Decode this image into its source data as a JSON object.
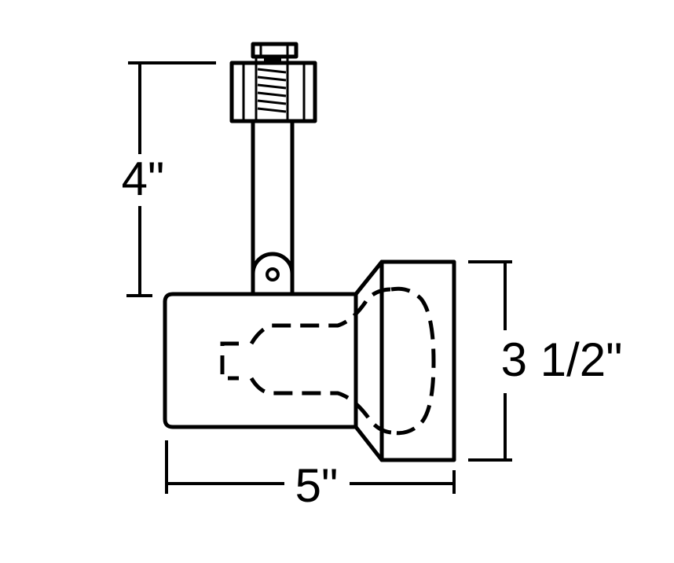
{
  "dimensions": {
    "height_label": "4\"",
    "head_height_label": "3 1/2\"",
    "width_label": "5\""
  },
  "colors": {
    "line": "#000000",
    "background": "#ffffff"
  }
}
